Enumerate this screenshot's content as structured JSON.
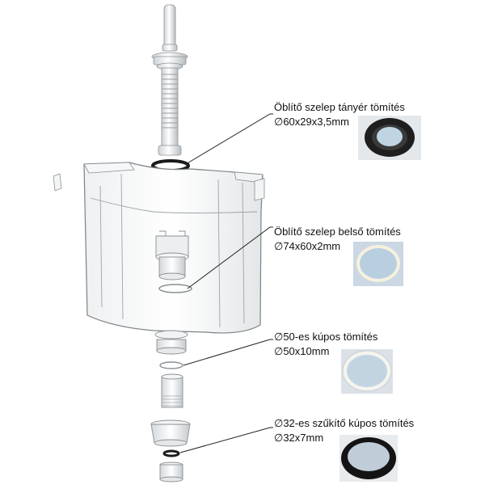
{
  "seals": [
    {
      "name": "Öblítő szelep tányér tömítés",
      "size": "∅60x29x3,5mm"
    },
    {
      "name": "Öblítő szelep belső tömítés",
      "size": "∅74x60x2mm"
    },
    {
      "name": "∅50-es kúpos tömítés",
      "size": "∅50x10mm"
    },
    {
      "name": "∅32-es szűkítő kúpos tömítés",
      "size": "∅32x7mm"
    }
  ],
  "colors": {
    "black_seal": "#1a1a1a",
    "white_seal": "#f3efe0",
    "photo_bg": "#c9d6e3"
  }
}
